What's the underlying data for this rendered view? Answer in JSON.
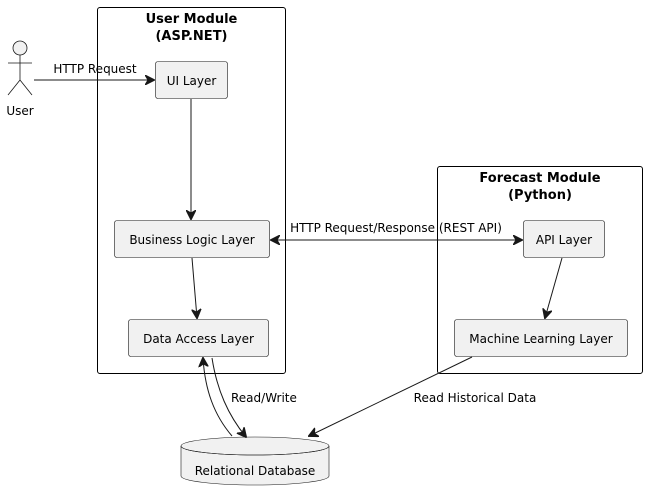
{
  "actor": {
    "label": "User"
  },
  "packages": {
    "user_module": {
      "title_line1": "User Module",
      "title_line2": "(ASP.NET)"
    },
    "forecast_module": {
      "title_line1": "Forecast Module",
      "title_line2": "(Python)"
    }
  },
  "components": {
    "ui_layer": "UI Layer",
    "business_logic_layer": "Business Logic Layer",
    "data_access_layer": "Data Access Layer",
    "api_layer": "API Layer",
    "ml_layer": "Machine Learning Layer"
  },
  "database": {
    "label": "Relational Database"
  },
  "edges": {
    "user_to_ui": "HTTP Request",
    "blm_to_api": "HTTP Request/Response (REST API)",
    "dal_db": "Read/Write",
    "ml_to_db": "Read Historical Data"
  }
}
